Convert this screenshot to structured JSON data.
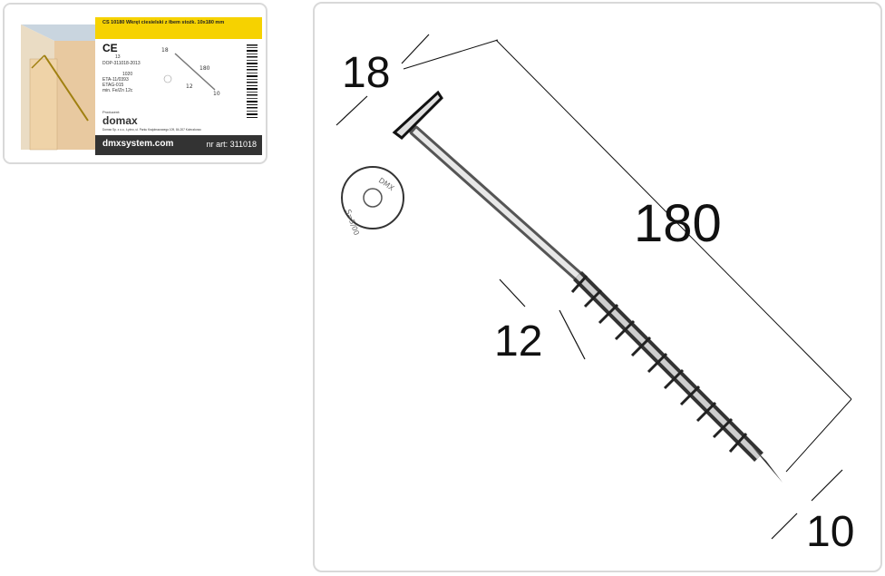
{
  "thumbnail": {
    "label_title": "CS 10180 Wkręt ciesielski z łbem stożk. 10x180 mm",
    "ce_mark": "CE",
    "ce_number": "13",
    "dop": "DOP-311018-2013",
    "notified_body": "1020",
    "eta": "ETA-11/0393",
    "etag": "ETAG-015",
    "coating": "min. Fe/Zn 12c",
    "producer_label": "Producent:",
    "brand": "domax",
    "company_line": "Domax Sp. z o.o., Łyżno, ul. Parku Krajobrazowego 109, 84-207 Koleczkowo",
    "website": "dmxsystem.com",
    "article": "nr art: 311018",
    "dim_head": "18",
    "dim_length": "180",
    "dim_thread": "12",
    "dim_tip": "10"
  },
  "drawing": {
    "dim_head_diameter": "18",
    "dim_length": "180",
    "dim_shank": "12",
    "dim_tip": "10",
    "head_mark_top": "DMX",
    "head_mark_bottom": "S=5/00"
  },
  "colors": {
    "label_yellow": "#f6d200",
    "footer_dark": "#333333",
    "border": "#d9d9d9"
  }
}
